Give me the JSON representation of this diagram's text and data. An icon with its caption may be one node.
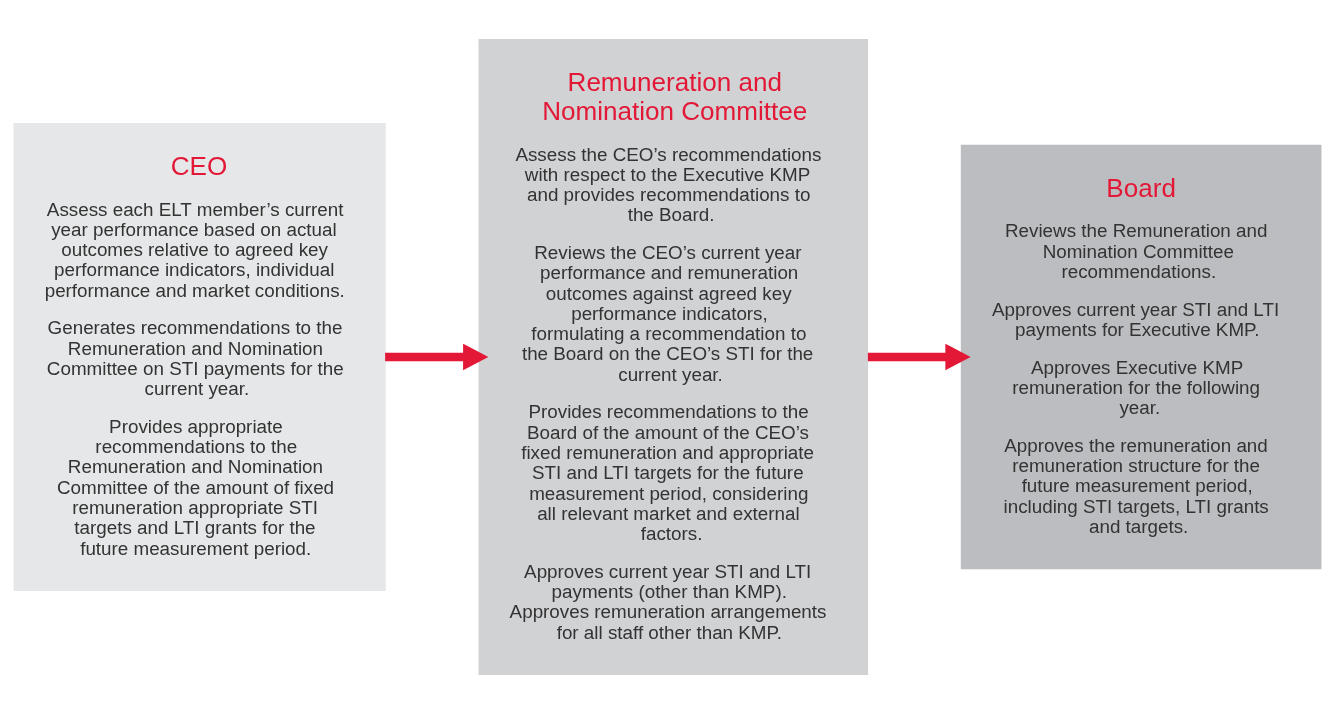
{
  "diagram": {
    "nodes": [
      {
        "text": [
          "CEO",
          "Assess each ELT member’s current year performance based on actual outcomes relative to agreed key performance indicators, individual performance and market conditions.",
          "Generates recommendations to the Remuneration and Nomination Committee on STI payments for the current year.",
          "Provides appropriate recommendations to the Remuneration and Nomination Committee of the amount of fixed remuneration appropriate STI targets and LTI grants for the future measurement period."
        ]
      },
      {
        "text": [
          "Remuneration and Nomination Committee",
          "Assess the CEO’s recommendations with respect to the Executive KMP and provides recommendations to the Board.",
          "Reviews the CEO’s current year performance and remuneration outcomes against agreed key performance indicators, formulating a recommendation to the Board on the CEO’s STI for the current year.",
          "Provides recommendations to the Board of the amount of the CEO’s fixed remuneration and appropriate STI and LTI targets for the future measurement period, considering all relevant market and external factors.",
          "Approves current year STI and LTI payments (other than KMP). Approves remuneration arrangements for all staff other than KMP."
        ]
      },
      {
        "text": [
          "Board",
          "Reviews the Remuneration and Nomination Committee recommendations.",
          "Approves current year STI and LTI payments for Executive KMP.",
          "Approves Executive KMP remuneration for the following year.",
          "Approves the remuneration and remuneration structure for the future measurement period, including STI targets, LTI grants and targets."
        ]
      }
    ],
    "edges": [
      {
        "from": 0,
        "to": 1,
        "arrow": "to",
        "color": "#e31837"
      },
      {
        "from": 1,
        "to": 2,
        "arrow": "to",
        "color": "#e31837"
      }
    ]
  }
}
